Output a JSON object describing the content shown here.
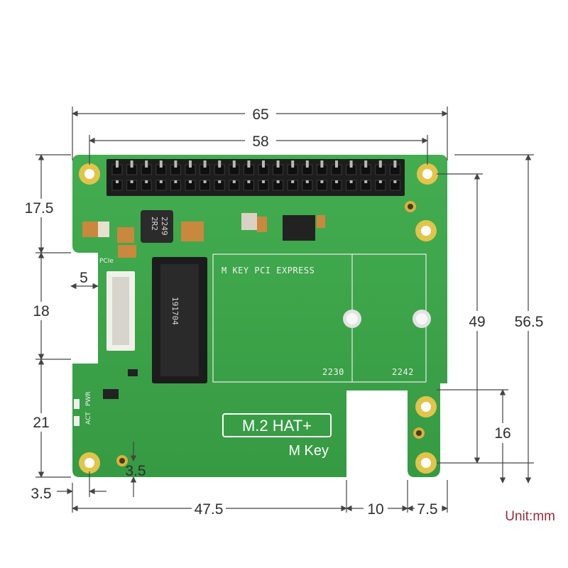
{
  "dimensions": {
    "width_65": "65",
    "width_58": "58",
    "height_17_5": "17.5",
    "notch_5": "5",
    "height_18": "18",
    "height_21": "21",
    "offset_3_5_left": "3.5",
    "offset_3_5_hole": "3.5",
    "width_47_5": "47.5",
    "width_10": "10",
    "width_7_5": "7.5",
    "height_49": "49",
    "height_56_5": "56.5",
    "height_16": "16"
  },
  "board": {
    "silkscreen_title": "M KEY PCI EXPRESS",
    "size_2230": "2230",
    "size_2242": "2242",
    "pcie_label": "PCIe",
    "act_label": "ACT",
    "pwr_label": "PWR",
    "inductor_marking_1": "2R2",
    "inductor_marking_2": "2249",
    "slot_marking": "191704",
    "brand_title": "M.2 HAT+",
    "brand_subtitle": "M Key"
  },
  "unit_label": "Unit:mm",
  "colors": {
    "pcb_green": "#3aa047",
    "dimension_line": "#444444",
    "unit_text": "#9a2b3c",
    "gold_pad": "#e2c44a"
  }
}
